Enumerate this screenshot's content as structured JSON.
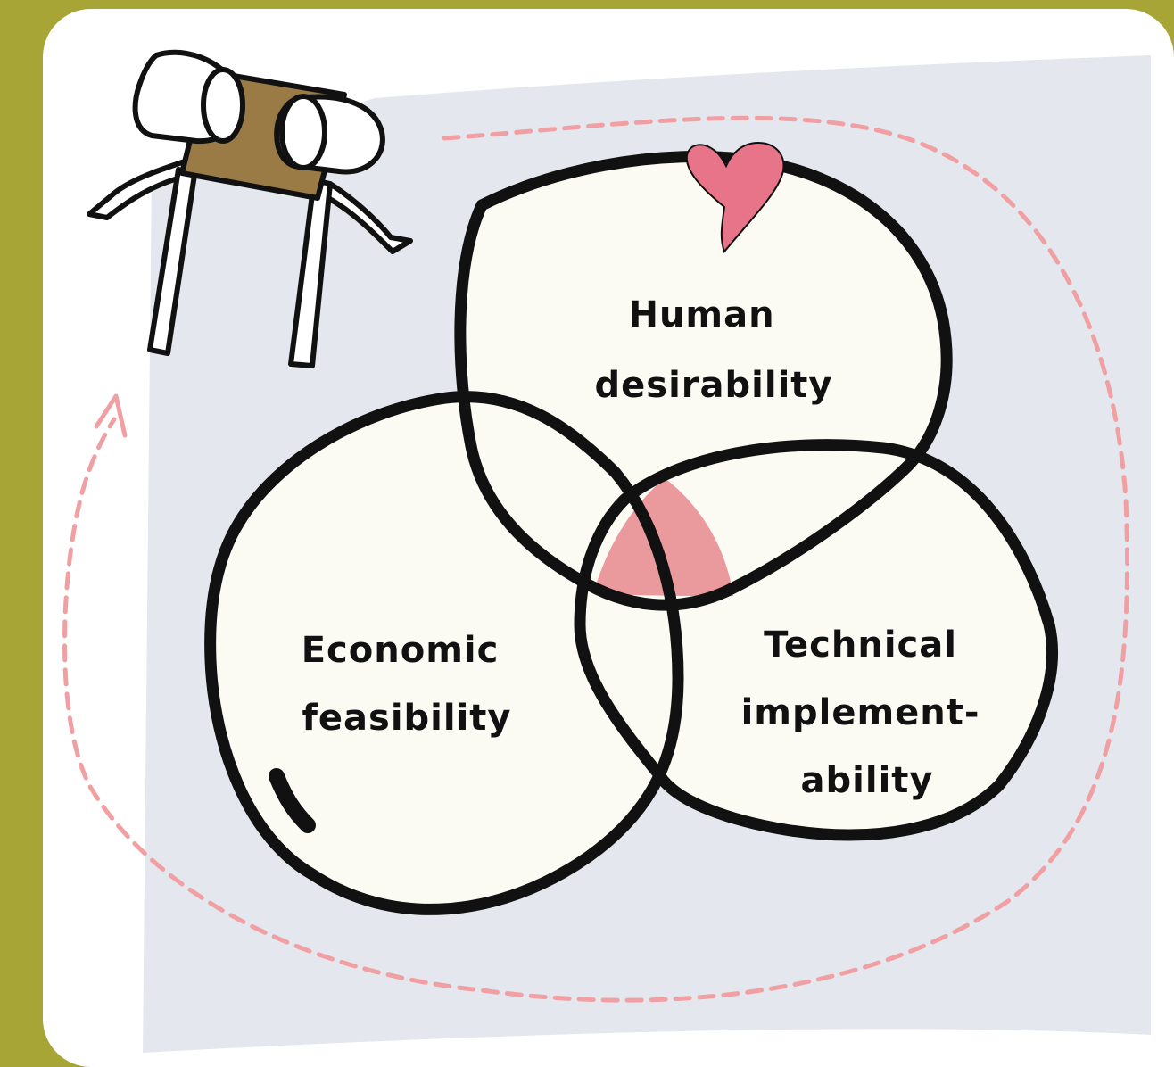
{
  "diagram": {
    "circles": [
      {
        "id": "human",
        "lines": [
          "Human",
          "desirability"
        ]
      },
      {
        "id": "economic",
        "lines": [
          "Economic",
          "feasibility"
        ]
      },
      {
        "id": "technical",
        "lines": [
          "Technical",
          "implement-",
          "ability"
        ]
      }
    ]
  },
  "colors": {
    "frame": "#a6a536",
    "card": "#ffffff",
    "backdrop": "#e4e8ee",
    "circle_fill": "#fbfbf4",
    "outline": "#111111",
    "center": "#ea9a9d",
    "heart": "#e77488",
    "dash": "#f0a0a3",
    "binocular_body": "#9a7a45"
  },
  "icons": [
    "binoculars-icon",
    "heart-icon",
    "arrow-up-icon"
  ]
}
